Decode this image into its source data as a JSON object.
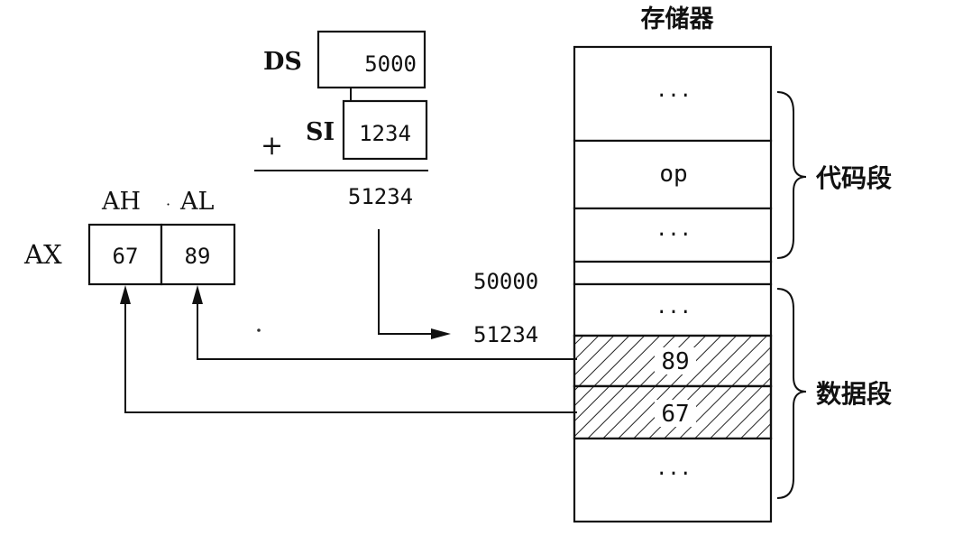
{
  "memory": {
    "title": "存储器",
    "cells": [
      "···",
      "op",
      "···",
      "",
      "···",
      "89",
      "67",
      "···"
    ],
    "hatched": [
      false,
      false,
      false,
      false,
      false,
      true,
      true,
      false
    ]
  },
  "segments": {
    "code": "代码段",
    "data": "数据段"
  },
  "address_calc": {
    "ds_label": "DS",
    "ds_value": "5000",
    "plus": "+",
    "si_label": "SI",
    "si_value": "1234",
    "result": "51234"
  },
  "addresses": {
    "seg_base": "50000",
    "effective": "51234"
  },
  "register": {
    "name": "AX",
    "high_label": "AH",
    "dot": "·",
    "low_label": "AL",
    "high_value": "67",
    "low_value": "89"
  }
}
